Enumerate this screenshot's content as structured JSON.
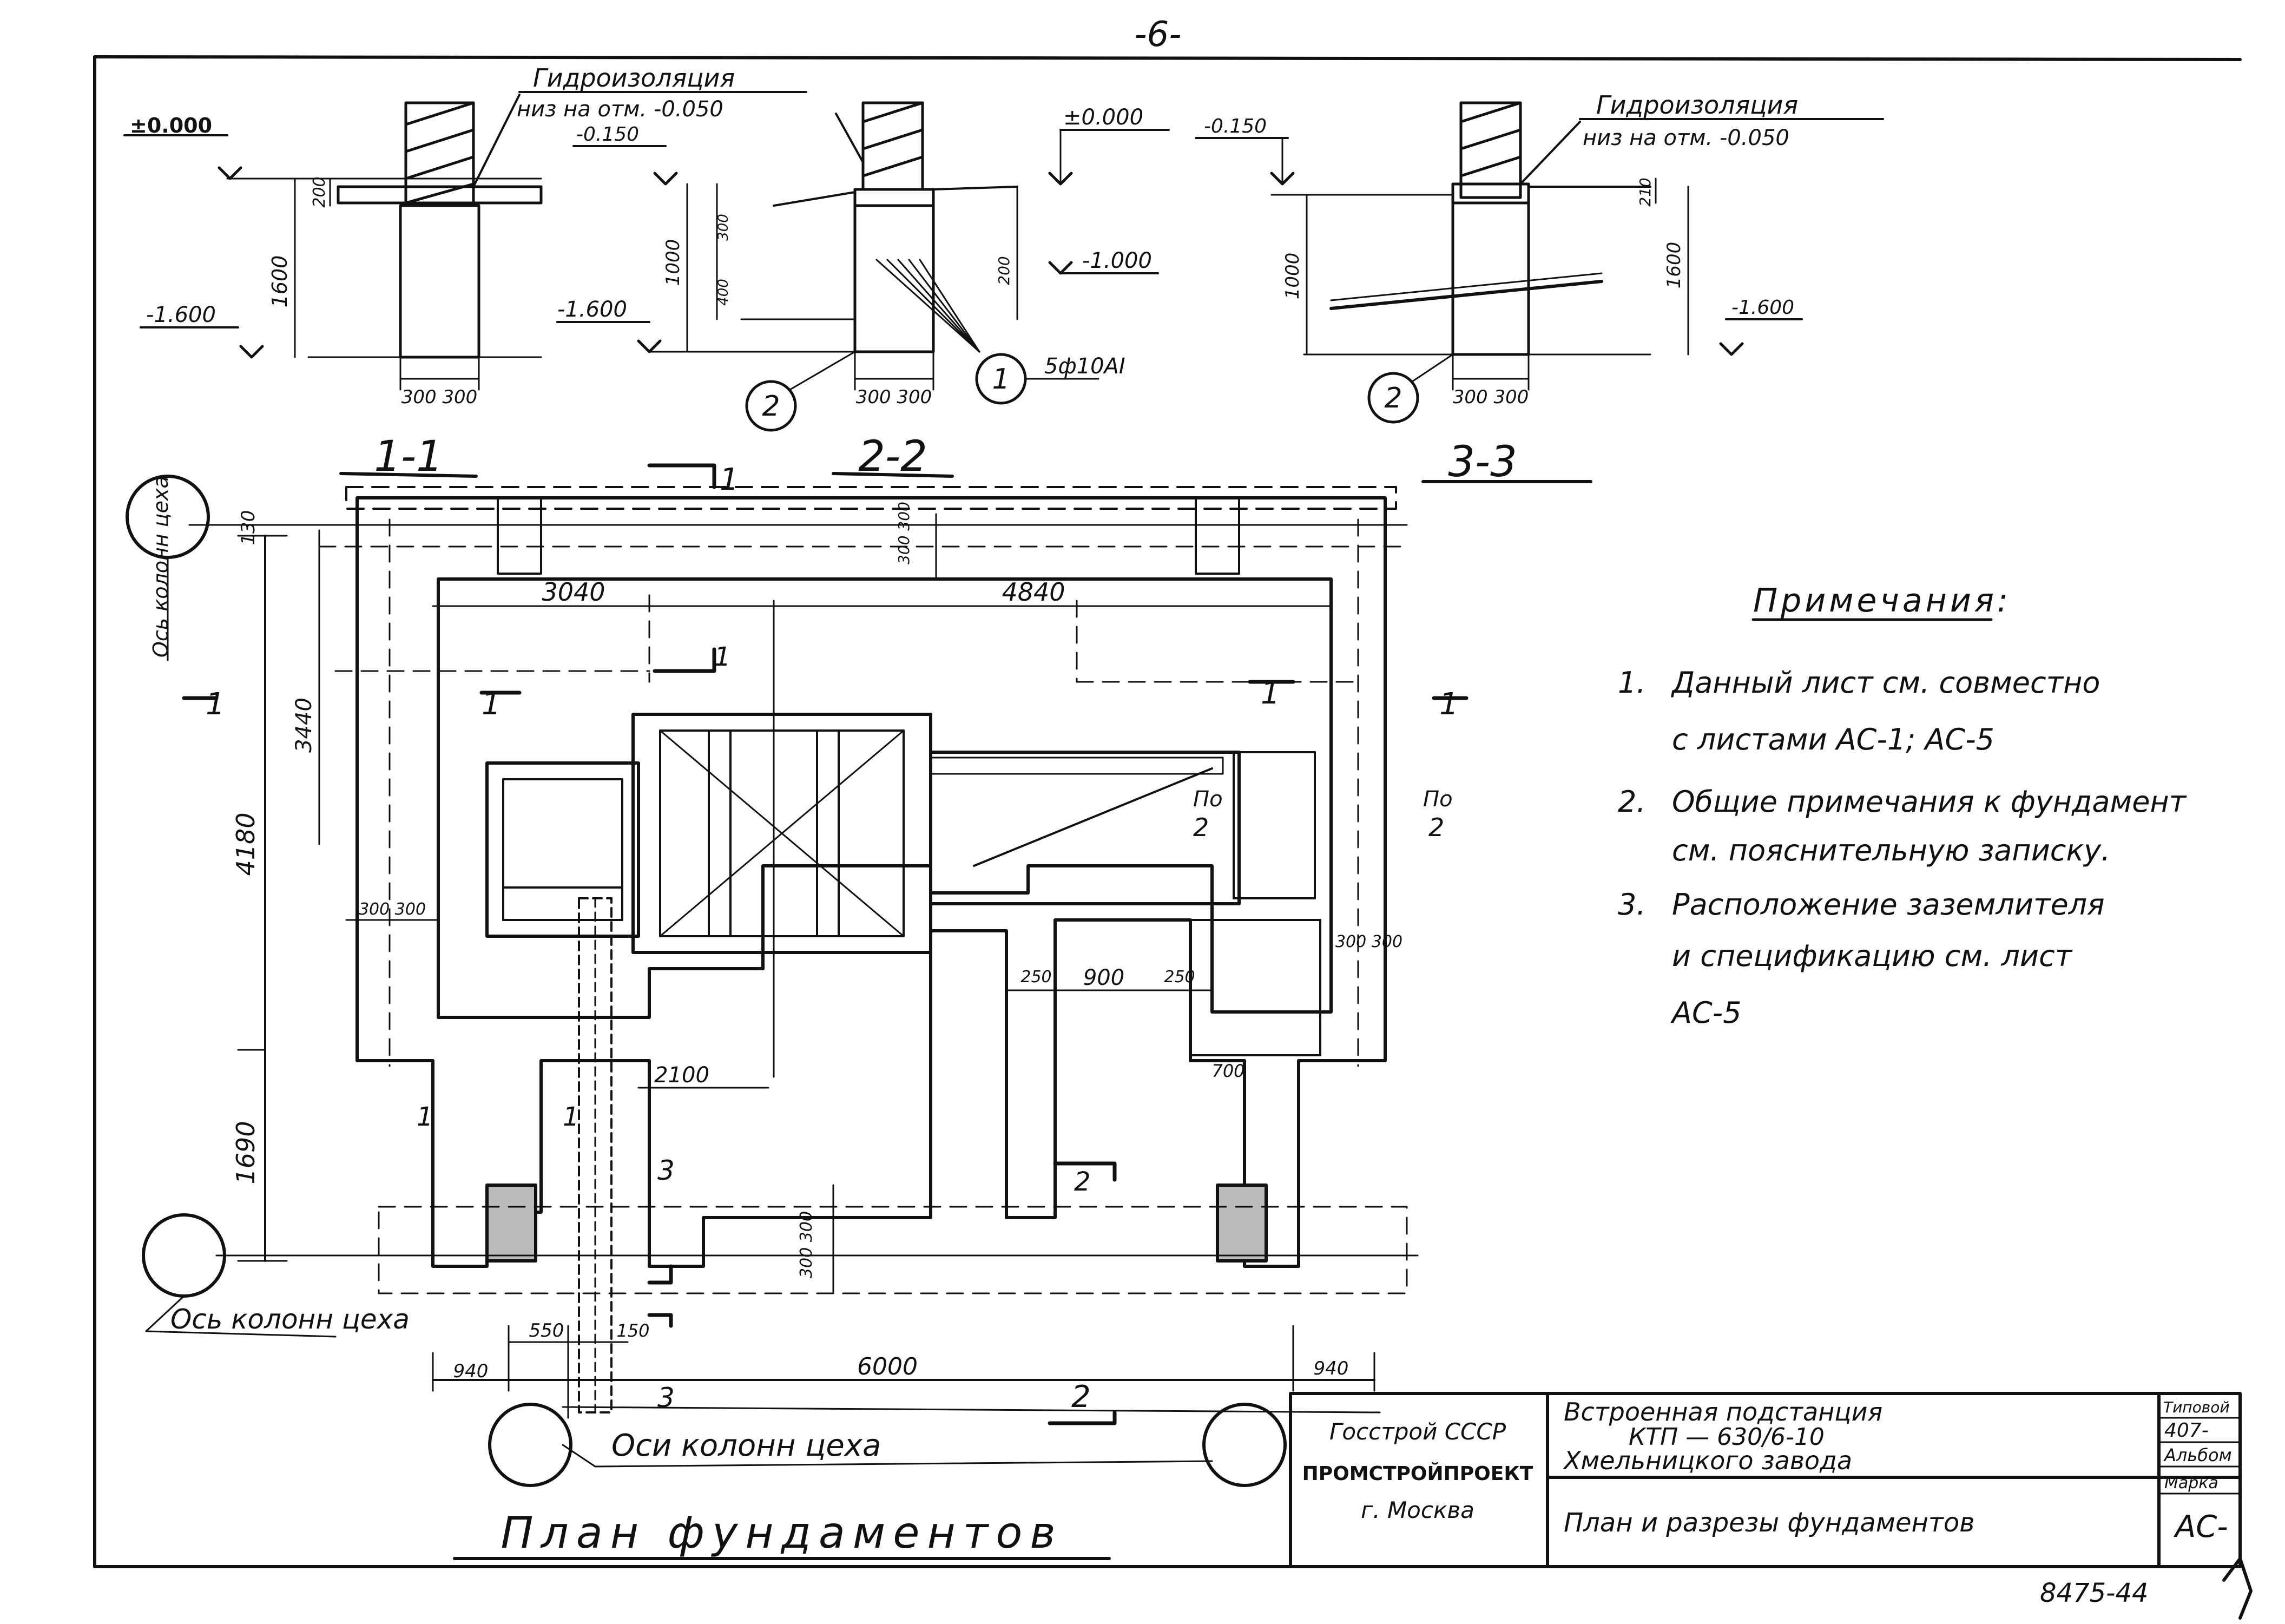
{
  "page_number": "-6-",
  "sections": {
    "s1": {
      "label": "1-1",
      "waterproofing": "Гидроизоляция",
      "waterproofing_note": "низ на отм. -0.050",
      "elev_top": "±0.000",
      "elev_bottom": "-1.600",
      "dim_depth": "1600",
      "dim_small": "200",
      "dim_width": "300 300"
    },
    "s2": {
      "label": "2-2",
      "elev_top": "±0.000",
      "elev_left": "-0.150",
      "elev_mid": "-1.000",
      "elev_bottom": "-1.600",
      "dim_1000": "1000",
      "dim_200": "200",
      "dim_300": "300",
      "dim_400": "400",
      "dim_width": "300 300",
      "callout_1": "1",
      "callout_1_note": "5ф10AI",
      "callout_2": "2"
    },
    "s3": {
      "label": "3-3",
      "waterproofing": "Гидроизоляция",
      "waterproofing_note": "низ на отм. -0.050",
      "elev_left": "-0.150",
      "elev_bottom": "-1.600",
      "dim_1000": "1000",
      "dim_1600": "1600",
      "dim_small": "210",
      "dim_width": "300 300",
      "callout_2": "2"
    }
  },
  "plan": {
    "title": "План фундаментов",
    "axis_top_label": "Ось колонн цеха",
    "axis_left_label": "Ось колонн цеха",
    "axis_bottom_label": "Оси колонн цеха",
    "dims": {
      "d130": "130",
      "d3040": "3040",
      "d4840": "4840",
      "d3440": "3440",
      "d4180": "4180",
      "d1690": "1690",
      "d300_300_a": "300 300",
      "d300_300_b": "300 300",
      "d300_300_c": "300 300",
      "d300_300_d": "300 300",
      "d2100": "2100",
      "d250_a": "250",
      "d900": "900",
      "d250_b": "250",
      "d700": "700",
      "d550": "550",
      "d150": "150",
      "d940_a": "940",
      "d6000": "6000",
      "d940_b": "940"
    },
    "section_marks": {
      "m1": "1",
      "m2": "2",
      "m3": "3",
      "po": "По",
      "po_num": "2"
    }
  },
  "notes": {
    "title": "Примечания:",
    "items": [
      {
        "num": "1.",
        "line1": "Данный лист см. совместно",
        "line2": "с листами АС-1; АС-5"
      },
      {
        "num": "2.",
        "line1": "Общие примечания к фундамент",
        "line2": "см. пояснительную записку."
      },
      {
        "num": "3.",
        "line1": "Расположение заземлителя",
        "line2": "и спецификацию см.     лист",
        "line3": "АС-5"
      }
    ]
  },
  "title_block": {
    "org1": "Госстрой СССР",
    "org2": "ПРОМСТРОЙПРОЕКТ",
    "org3": "г. Москва",
    "project1": "Встроенная подстанция",
    "project2": "КТП — 630/6-10",
    "project3": "Хмельницкого завода",
    "sheet_title": "План и разрезы фундаментов",
    "typ_label": "Типовой",
    "typ_num": "407-",
    "album": "Альбом",
    "mark_label": "Марка",
    "mark": "АС-"
  },
  "inventory_number": "8475-44"
}
